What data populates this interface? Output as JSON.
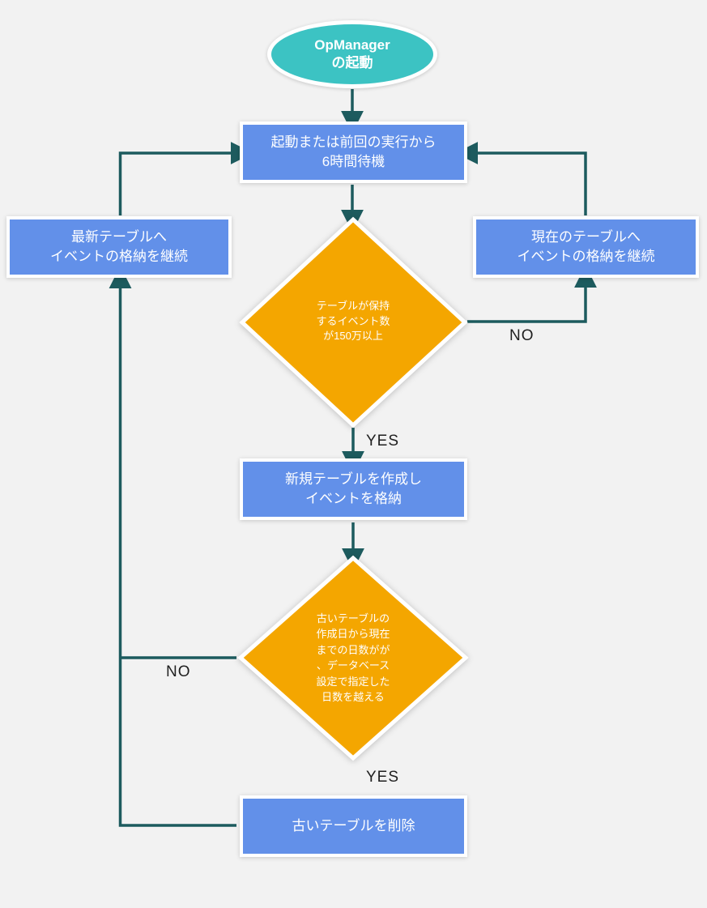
{
  "colors": {
    "background": "#f2f2f2",
    "ellipse": "#3cc3c3",
    "box": "#6290e9",
    "diamond": "#f4a600",
    "connector": "#1d5b5e",
    "node_text": "#ffffff",
    "edge_label": "#1f1f1f"
  },
  "nodes": {
    "start": {
      "label": "OpManager\nの起動"
    },
    "wait": {
      "label": "起動または前回の実行から\n6時間待機"
    },
    "decision_event_count": {
      "label": "テーブルが保持\nするイベント数\nが150万以上"
    },
    "latest_table": {
      "label": "最新テーブルへ\nイベントの格納を継続"
    },
    "current_table": {
      "label": "現在のテーブルへ\nイベントの格納を継続"
    },
    "create_table": {
      "label": "新規テーブルを作成し\nイベントを格納"
    },
    "decision_table_age": {
      "label": "古いテーブルの\n作成日から現在\nまでの日数がが\n、データベース\n設定で指定した\n日数を越える"
    },
    "delete_table": {
      "label": "古いテーブルを削除"
    }
  },
  "edge_labels": {
    "event_count_no": "NO",
    "event_count_yes": "YES",
    "table_age_no": "NO",
    "table_age_yes": "YES"
  }
}
